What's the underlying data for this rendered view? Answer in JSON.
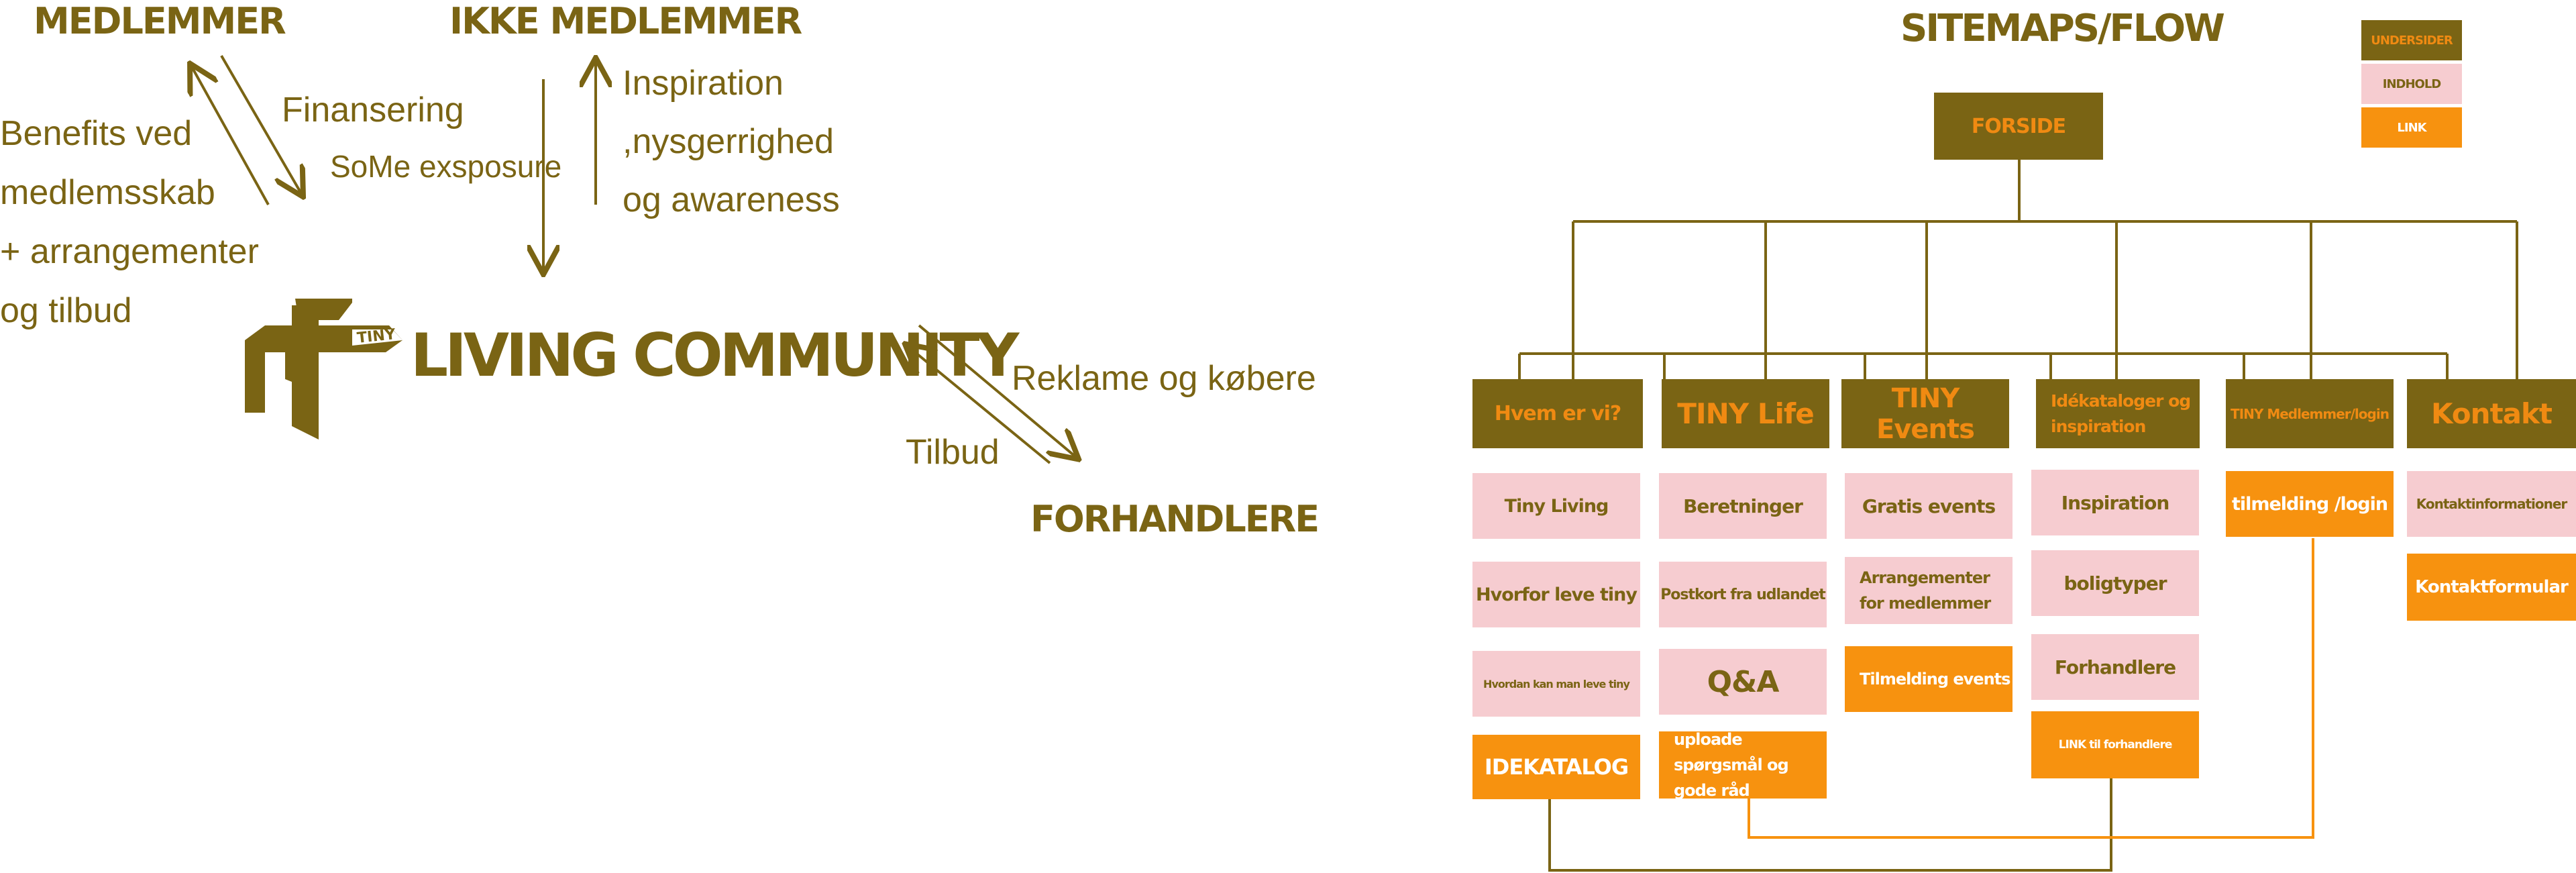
{
  "community": {
    "members_title": "MEDLEMMER",
    "non_members_title": "IKKE MEDLEMMER",
    "dealers_title": "FORHANDLERE",
    "brand_name": "LIVING COMMUNITY",
    "logo_text": "TINY",
    "members_offer": [
      "Benefits ved",
      "medlemsskab",
      "+ arrangementer",
      "og tilbud"
    ],
    "financing": "Finansering",
    "some_exposure": "SoMe exsposure",
    "inspiration": [
      "Inspiration",
      ",nysgerrighed",
      "og awareness"
    ],
    "ads_buyers": "Reklame og købere",
    "offers": "Tilbud"
  },
  "sitemap": {
    "title": "SITEMAPS/FLOW",
    "legend": {
      "undersider": "UNDERSIDER",
      "indhold": "INDHOLD",
      "link": "LINK"
    },
    "root": "FORSIDE",
    "columns": [
      {
        "header": "Hvem er vi?",
        "items": [
          {
            "label": "Tiny Living",
            "kind": "content"
          },
          {
            "label": "Hvorfor leve tiny",
            "kind": "content"
          },
          {
            "label": "Hvordan kan man leve tiny",
            "kind": "content"
          },
          {
            "label": "IDEKATALOG",
            "kind": "link"
          }
        ]
      },
      {
        "header": "TINY Life",
        "items": [
          {
            "label": "Beretninger",
            "kind": "content"
          },
          {
            "label": "Postkort fra udlandet",
            "kind": "content"
          },
          {
            "label": "Q&A",
            "kind": "content"
          },
          {
            "label": "uploade spørgsmål og gode råd",
            "kind": "link"
          }
        ]
      },
      {
        "header": "TINY Events",
        "items": [
          {
            "label": "Gratis events",
            "kind": "content"
          },
          {
            "label": "Arrangementer for medlemmer",
            "kind": "content"
          },
          {
            "label": "Tilmelding events",
            "kind": "link"
          }
        ]
      },
      {
        "header": "Idékataloger og inspiration",
        "items": [
          {
            "label": "Inspiration",
            "kind": "content"
          },
          {
            "label": "boligtyper",
            "kind": "content"
          },
          {
            "label": "Forhandlere",
            "kind": "content"
          },
          {
            "label": "LINK til forhandlere",
            "kind": "link"
          }
        ]
      },
      {
        "header": "TINY Medlemmer/login",
        "items": [
          {
            "label": "tilmelding /login",
            "kind": "link"
          }
        ]
      },
      {
        "header": "Kontakt",
        "items": [
          {
            "label": "Kontaktinformationer",
            "kind": "content"
          },
          {
            "label": "Kontaktformular",
            "kind": "link"
          }
        ]
      }
    ]
  },
  "colors": {
    "olive": "#7a6414",
    "pink": "#f6ccd0",
    "orange": "#f7920f",
    "text_accent": "#f08a12"
  }
}
